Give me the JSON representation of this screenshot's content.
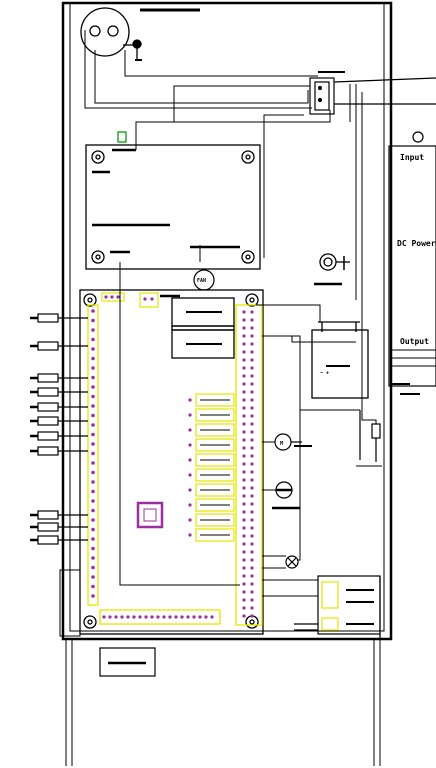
{
  "labels": {
    "input": "Input",
    "dc_power": "DC Power",
    "output": "Output",
    "fan": "FAN",
    "motor": "M",
    "power_symbol": "⏻",
    "minus_plus": "−  +"
  },
  "colors": {
    "line": "#000000",
    "terminal": "#e6e600",
    "pin": "#9b2fa0",
    "green": "#00a000",
    "background": "#ffffff"
  }
}
